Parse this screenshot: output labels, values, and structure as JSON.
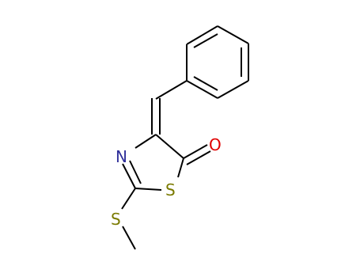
{
  "molecule": {
    "atoms": {
      "ring_nitrogen": {
        "symbol": "N",
        "color": "#30309a"
      },
      "ring_sulfur": {
        "symbol": "S",
        "color": "#7a7a00"
      },
      "thioether_sulfur": {
        "symbol": "S",
        "color": "#7a7a00"
      },
      "carbonyl_oxygen": {
        "symbol": "O",
        "color": "#e00000"
      }
    },
    "bond_color": "#000000",
    "background": "#ffffff"
  }
}
